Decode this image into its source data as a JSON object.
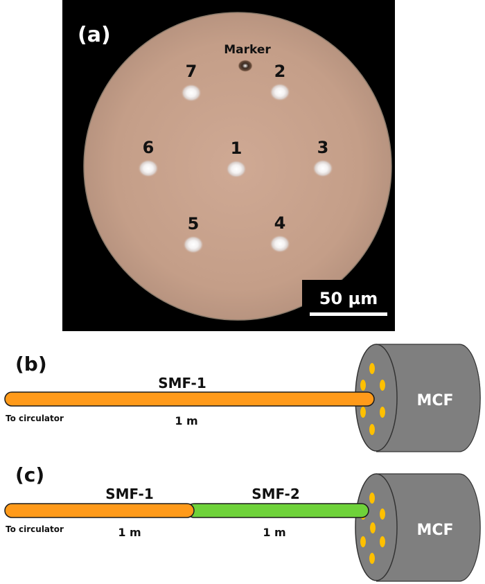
{
  "panel_a": {
    "label": "(a)",
    "marker_label": "Marker",
    "core_labels": [
      "1",
      "2",
      "3",
      "4",
      "5",
      "6",
      "7"
    ],
    "scale_bar_label": "50 µm"
  },
  "panel_b": {
    "label": "(b)",
    "fiber_label": "SMF-1",
    "length_label": "1 m",
    "left_label": "To circulator",
    "mcf_label": "MCF"
  },
  "panel_c": {
    "label": "(c)",
    "fiber1_label": "SMF-1",
    "fiber1_length": "1 m",
    "fiber2_label": "SMF-2",
    "fiber2_length": "1 m",
    "left_label": "To circulator",
    "mcf_label": "MCF"
  },
  "colors": {
    "smf1": "#FF9A1A",
    "smf2": "#6ED23A",
    "mcf_body": "#7F7F7F",
    "core_dots": "#FFC000",
    "microscope_bg": "#000000",
    "fiber_face": "#C9A38C"
  }
}
